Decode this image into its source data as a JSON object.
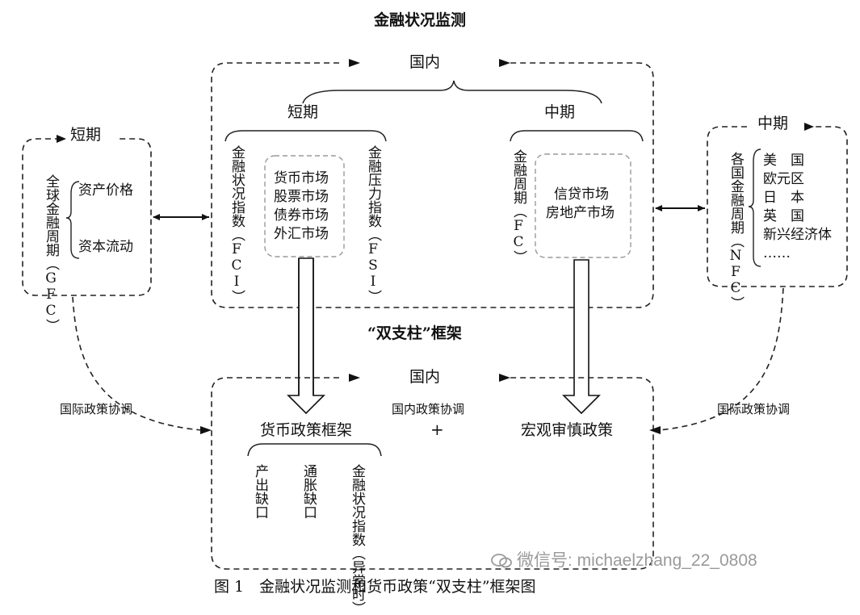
{
  "title": "金融状况监测",
  "framework_title": "“双支柱”框架",
  "top": {
    "domestic": "国内",
    "short_term": "短期",
    "medium_term": "中期",
    "fci": "金融状况指数（FCI）",
    "fsi": "金融压力指数（FSI）",
    "short_markets": [
      "货币市场",
      "股票市场",
      "债券市场",
      "外汇市场"
    ],
    "fc": "金融周期（FC）",
    "medium_markets": [
      "信贷市场",
      "房地产市场"
    ]
  },
  "left": {
    "title": "短期",
    "gfc": "全球金融周期（GFC）",
    "items": [
      "资产价格",
      "资本流动"
    ]
  },
  "right": {
    "title": "中期",
    "nfc": "各国金融周期（NFC）",
    "items": [
      "美　国",
      "欧元区",
      "日　本",
      "英　国",
      "新兴经济体",
      "……"
    ]
  },
  "bottom": {
    "domestic": "国内",
    "monetary": "货币政策框架",
    "plus": "+",
    "macro": "宏观审慎政策",
    "domestic_coord": "国内政策协调",
    "sub": [
      "产出缺口",
      "通胀缺口",
      "金融状况指数（异常时）"
    ]
  },
  "intl_coord_left": "国际政策协调",
  "intl_coord_right": "国际政策协调",
  "caption": "图 1　金融状况监测和货币政策“双支柱”框架图",
  "watermark": "微信号: michaelzhang_22_0808"
}
